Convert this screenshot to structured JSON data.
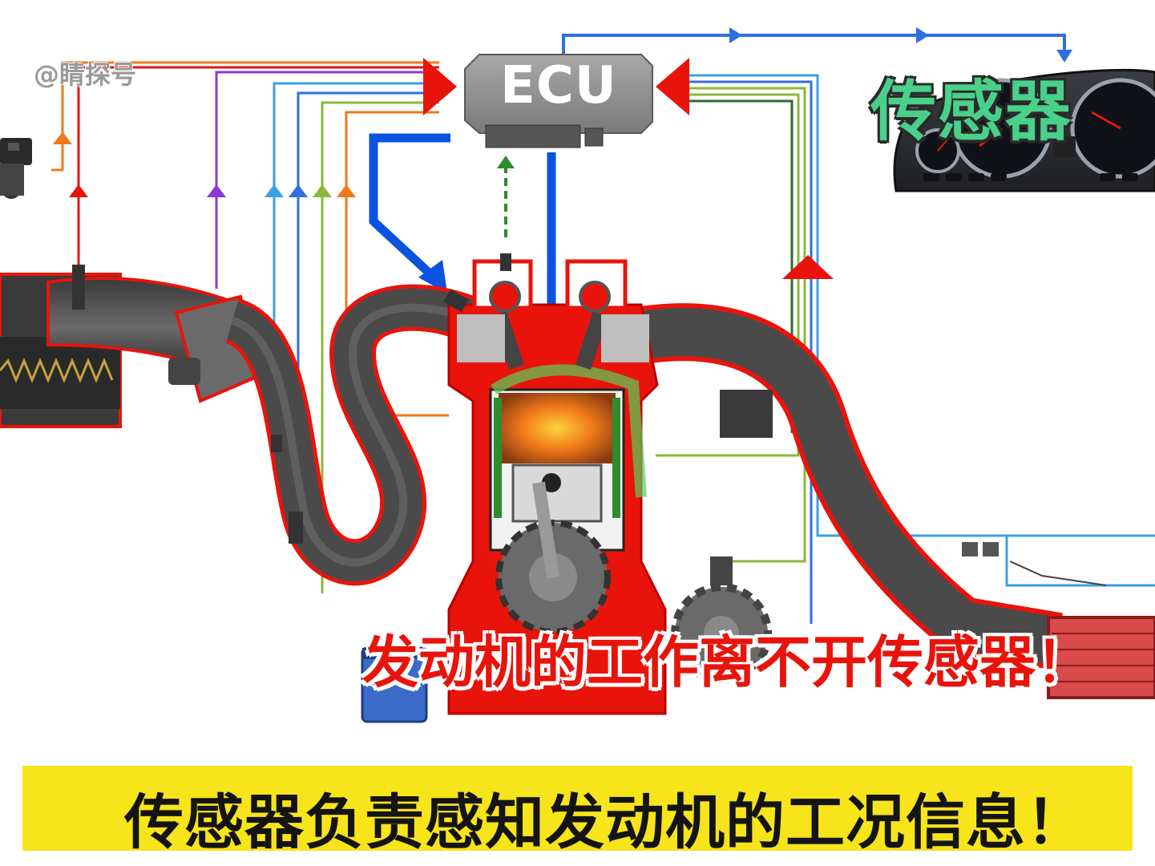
{
  "watermark": "@睛探号",
  "ecu": {
    "label": "ECU"
  },
  "dashboard": {
    "title": "传感器"
  },
  "caption": "发动机的工作离不开传感器！",
  "subtitle": "传感器负责感知发动机的工况信息！",
  "colors": {
    "signal_red": "#e8140c",
    "signal_orange": "#f07a1a",
    "signal_purple": "#8a3ad8",
    "signal_blue": "#2f6fe0",
    "signal_lightblue": "#3aa0e6",
    "signal_olive": "#8ab83a",
    "control_blue": "#0a52e0",
    "feedback_green": "#2e8b2e",
    "title_green": "#49d08a",
    "subtitle_bg": "#f7e41a"
  }
}
